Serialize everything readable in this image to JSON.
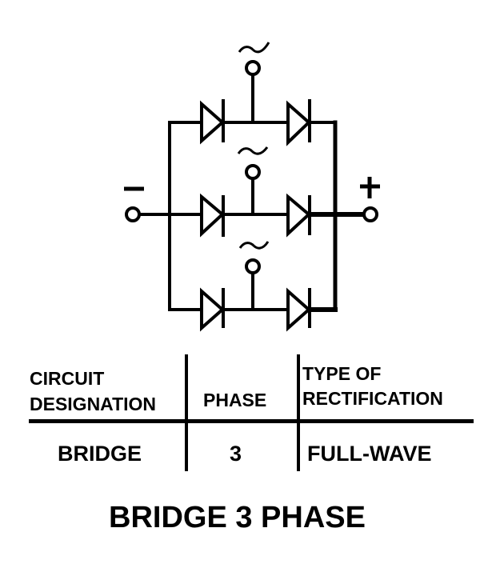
{
  "diagram": {
    "ac_symbol": "~",
    "negative_symbol": "−",
    "positive_symbol": "+",
    "terminals": [
      "ac-input-1",
      "ac-input-2",
      "ac-input-3",
      "dc-negative",
      "dc-positive"
    ]
  },
  "table": {
    "headers": {
      "circuit_line1": "CIRCUIT",
      "circuit_line2": "DESIGNATION",
      "phase": "PHASE",
      "type_line1": "TYPE OF",
      "type_line2": "RECTIFICATION"
    },
    "row": {
      "circuit": "BRIDGE",
      "phase": "3",
      "type": "FULL-WAVE"
    }
  },
  "caption": "BRIDGE 3 PHASE"
}
